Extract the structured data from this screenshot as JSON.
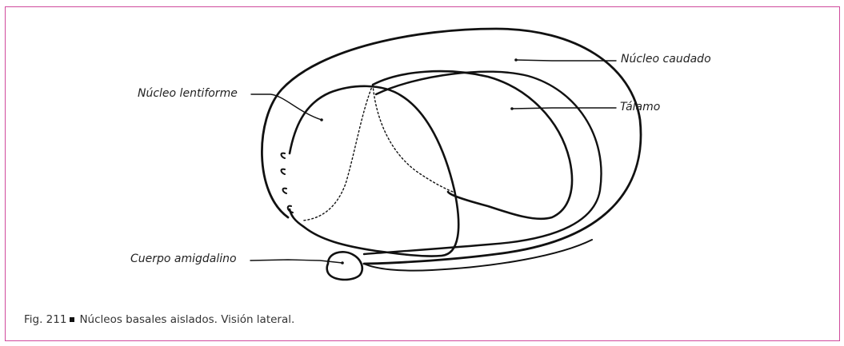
{
  "figure": {
    "labels": {
      "caudado": "Núcleo caudado",
      "talamo": "Tálamo",
      "lentiforme": "Núcleo lentiforme",
      "amigdalino": "Cuerpo amigdalino"
    },
    "caption": {
      "number": "Fig. 211",
      "text": "Núcleos basales aislados. Visión lateral."
    },
    "colors": {
      "frame_border": "#d04a9c",
      "ink": "#111111"
    }
  }
}
